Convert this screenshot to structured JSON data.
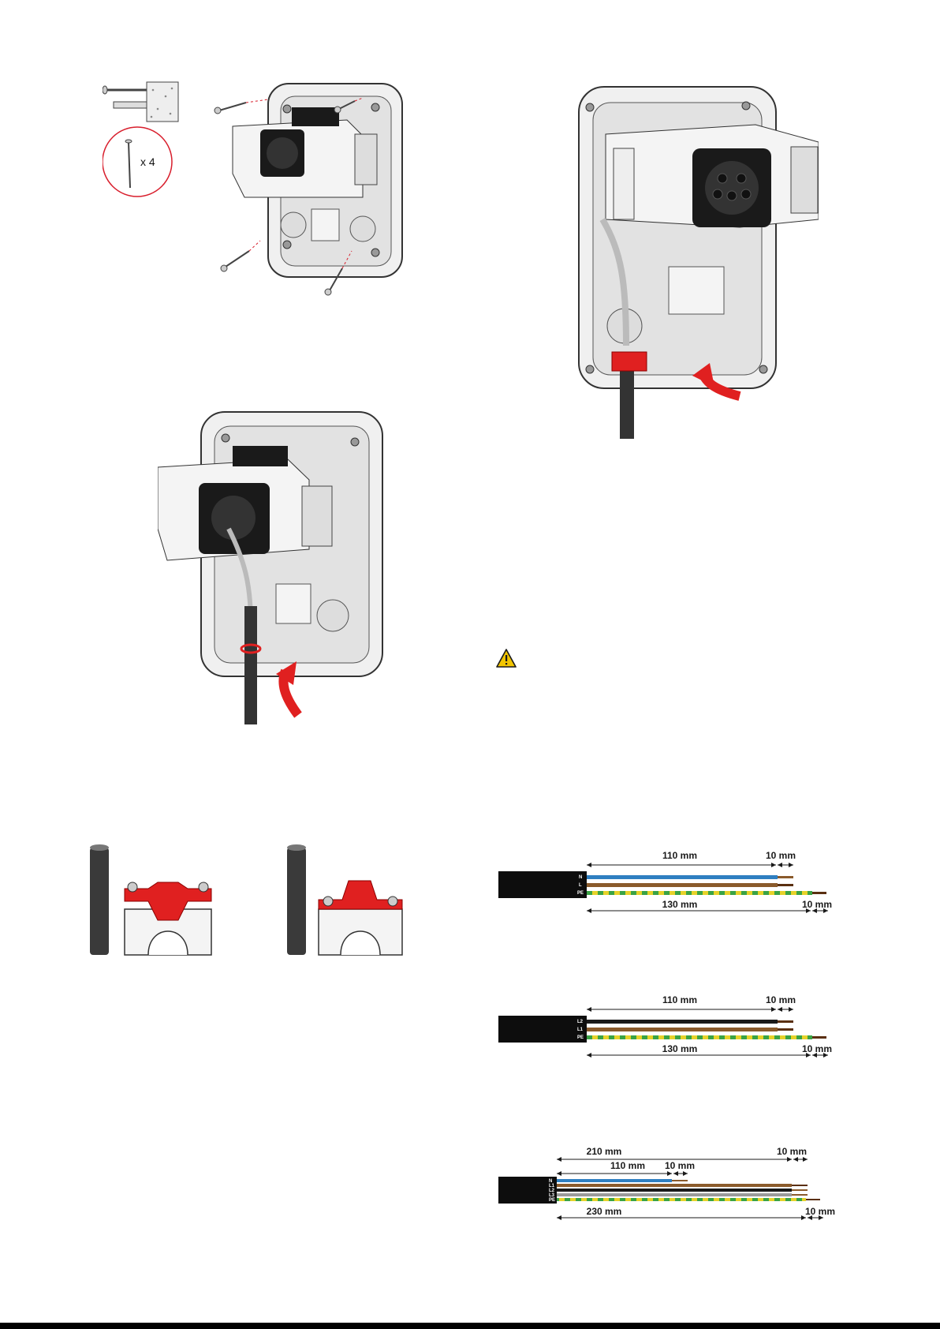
{
  "fig_screws": {
    "count_label": "x 4"
  },
  "diagram_1": {
    "labels": [
      "N",
      "L",
      "PE"
    ],
    "dim_top": "110 mm",
    "dim_top_end": "10 mm",
    "dim_bottom": "130 mm",
    "dim_bottom_end": "10 mm"
  },
  "diagram_2": {
    "labels": [
      "L2",
      "L1",
      "PE"
    ],
    "dim_top": "110 mm",
    "dim_top_end": "10 mm",
    "dim_bottom": "130 mm",
    "dim_bottom_end": "10 mm"
  },
  "diagram_3": {
    "labels": [
      "N",
      "L1",
      "L2",
      "L3",
      "PE"
    ],
    "dim_outer": "210 mm",
    "dim_outer_end": "10 mm",
    "dim_inner": "110 mm",
    "dim_inner_end": "10 mm",
    "dim_bottom": "230 mm",
    "dim_bottom_end": "10 mm"
  },
  "colors": {
    "blue": "#2f7fc1",
    "brown": "#8a5a2b",
    "black": "#1a1a1a",
    "grey": "#9a9a9a",
    "yellow": "#e6d22a",
    "green": "#3aa345",
    "red": "#e02020",
    "warning": "#f2c500"
  }
}
